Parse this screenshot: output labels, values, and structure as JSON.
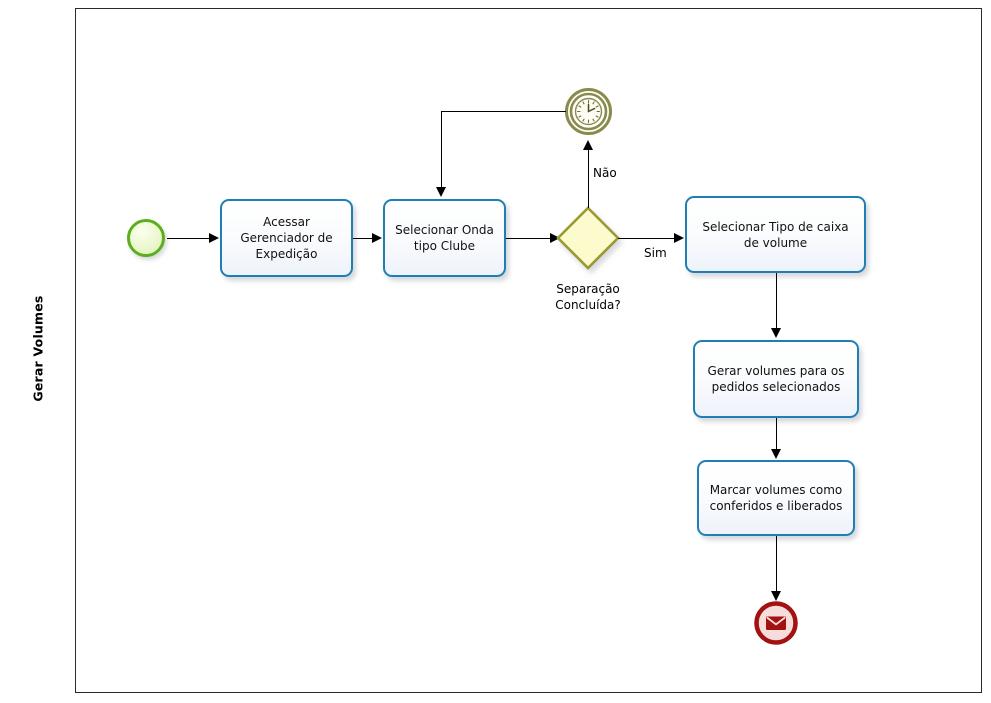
{
  "diagram": {
    "type": "bpmn-process",
    "pool": {
      "lane_label": "Gerar Volumes"
    },
    "events": {
      "start": {
        "name": "start-event",
        "label": "",
        "icon": "start-circle-icon",
        "color": "#5cae1e"
      },
      "timer": {
        "name": "timer-intermediate-event",
        "label": "",
        "icon": "clock-icon",
        "color": "#8a8a4a"
      },
      "end": {
        "name": "message-end-event",
        "label": "",
        "icon": "envelope-icon",
        "color": "#a31111"
      }
    },
    "tasks": [
      {
        "id": "t1",
        "label": "Acessar Gerenciador de Expedição"
      },
      {
        "id": "t2",
        "label": "Selecionar Onda tipo Clube"
      },
      {
        "id": "t3",
        "label": "Selecionar Tipo de caixa de volume"
      },
      {
        "id": "t4",
        "label": "Gerar volumes para os pedidos selecionados"
      },
      {
        "id": "t5",
        "label": "Marcar volumes como conferidos e liberados"
      }
    ],
    "gateway": {
      "id": "g1",
      "kind": "exclusive",
      "label": "Separação Concluída?",
      "label_line1": "Separação",
      "label_line2": "Concluída?",
      "border_color": "#9a9a33",
      "fill_color": "#fbfbcd"
    },
    "flows": [
      {
        "from": "start",
        "to": "t1",
        "label": ""
      },
      {
        "from": "t1",
        "to": "t2",
        "label": ""
      },
      {
        "from": "t2",
        "to": "g1",
        "label": ""
      },
      {
        "from": "g1",
        "to": "timer",
        "label": "Não"
      },
      {
        "from": "timer",
        "to": "t2",
        "label": ""
      },
      {
        "from": "g1",
        "to": "t3",
        "label": "Sim"
      },
      {
        "from": "t3",
        "to": "t4",
        "label": ""
      },
      {
        "from": "t4",
        "to": "t5",
        "label": ""
      },
      {
        "from": "t5",
        "to": "end",
        "label": ""
      }
    ],
    "labels": {
      "nao": "Não",
      "sim": "Sim"
    },
    "colors": {
      "task_border": "#1f7fb5",
      "pool_border": "#2b2b2b",
      "connector": "#000000"
    }
  }
}
